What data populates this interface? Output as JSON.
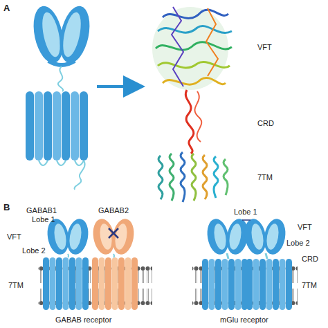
{
  "diagram": {
    "labels": [
      "A",
      "VFT",
      "CRD",
      "7TM",
      "B",
      "GABAB1",
      "Lobe 1",
      "GABAB2",
      "VFT",
      "Lobe 2",
      "7TM",
      "GABAB receptor",
      "Lobe 1",
      "VFT",
      "Lobe 2",
      "CRD",
      "7TM",
      "mGlu receptor"
    ]
  }
}
